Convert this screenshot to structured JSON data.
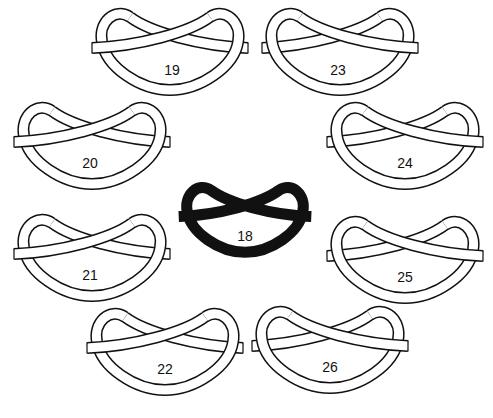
{
  "diagram": {
    "labels": [
      "19",
      "23",
      "20",
      "24",
      "18",
      "21",
      "25",
      "22",
      "26"
    ]
  }
}
